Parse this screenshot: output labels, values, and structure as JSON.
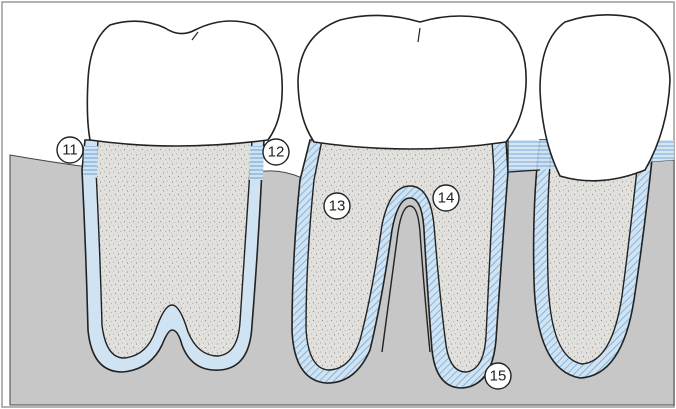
{
  "labels": {
    "l11": "11",
    "l12": "12",
    "l13": "13",
    "l14": "14",
    "l15": "15"
  },
  "colors": {
    "bone": "#c7c7c7",
    "root_fill": "#e2e0dc",
    "ligament": "#cfe3f2",
    "hatch": "#6f9fcf",
    "outline": "#222222",
    "crown": "#ffffff",
    "background": "#ffffff"
  }
}
